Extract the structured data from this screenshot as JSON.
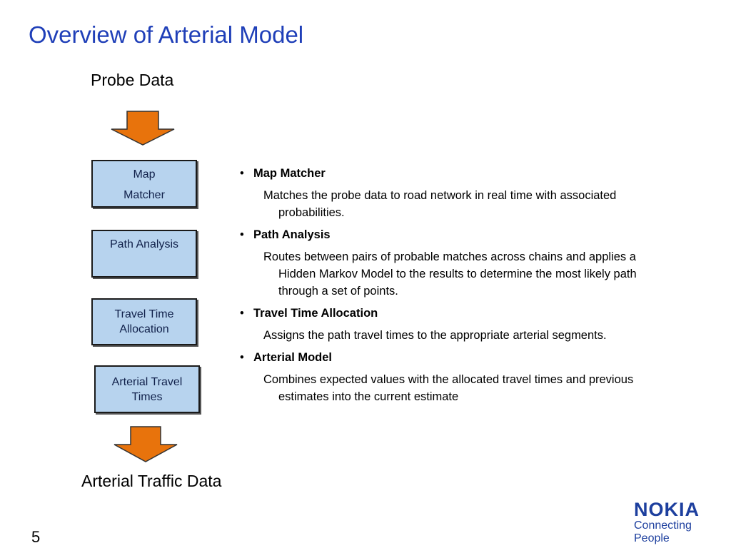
{
  "title": "Overview of Arterial Model",
  "flow": {
    "input_label": "Probe Data",
    "output_label": "Arterial Traffic Data",
    "steps": [
      {
        "lines": [
          "Map",
          "Matcher"
        ]
      },
      {
        "lines": [
          "Path Analysis"
        ]
      },
      {
        "lines": [
          "Travel Time",
          "Allocation"
        ]
      },
      {
        "lines": [
          "Arterial Travel",
          "Times"
        ]
      }
    ]
  },
  "bullets": [
    {
      "heading": "Map Matcher",
      "description": "Matches the probe data to road network in real time with associated probabilities."
    },
    {
      "heading": "Path Analysis",
      "description": "Routes between pairs of probable matches across chains and applies a Hidden Markov Model to the results to determine the most likely path through a set of points."
    },
    {
      "heading": "Travel Time Allocation",
      "description": "Assigns the path travel times to the appropriate arterial segments."
    },
    {
      "heading": "Arterial Model",
      "description": "Combines expected values with the allocated travel times and previous estimates into the current estimate"
    }
  ],
  "bullet_glyph": "•",
  "page_number": "5",
  "logo": {
    "wordmark": "NOKIA",
    "tagline": "Connecting People"
  },
  "colors": {
    "title": "#1f3fb8",
    "box_fill": "#b7d3ee",
    "arrow_fill": "#e8730c",
    "logo": "#1d3f9e"
  }
}
